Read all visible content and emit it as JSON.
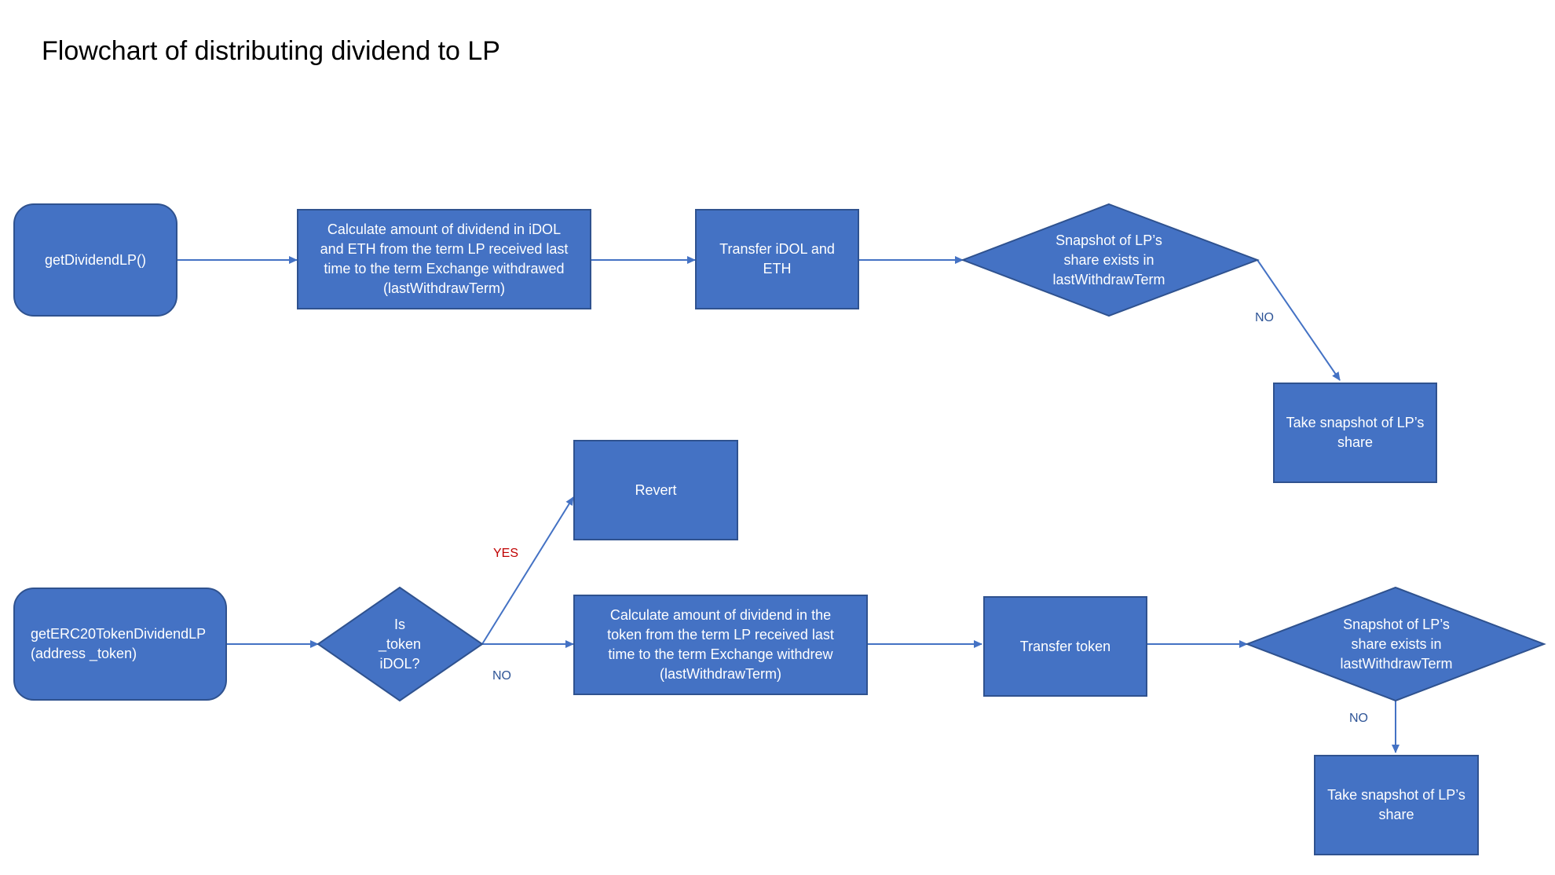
{
  "title": "Flowchart of distributing dividend to LP",
  "colors": {
    "node_fill": "#4472c4",
    "node_border": "#2f528f",
    "node_text": "#ffffff",
    "connector": "#4472c4",
    "no_label": "#2f5597",
    "yes_label": "#c00000"
  },
  "flow_top": {
    "start": "getDividendLP()",
    "calculate": "Calculate amount of dividend in iDOL\nand ETH from the term LP received last\ntime to the term Exchange withdrawed\n(lastWithdrawTerm)",
    "transfer": "Transfer iDOL and\nETH",
    "decision": "Snapshot of LP’s\nshare exists in\nlastWithdrawTerm",
    "no_label": "NO",
    "snapshot": "Take snapshot of LP’s\nshare"
  },
  "flow_bottom": {
    "start": "getERC20TokenDividendLP\n(address _token)",
    "decision_token": "Is\n_token\niDOL?",
    "yes_label": "YES",
    "revert": "Revert",
    "no_label_token": "NO",
    "calculate": "Calculate amount of dividend in the\ntoken from the term LP received last\ntime to the term Exchange withdrew\n(lastWithdrawTerm)",
    "transfer": "Transfer token",
    "decision_snapshot": "Snapshot of LP’s\nshare exists in\nlastWithdrawTerm",
    "no_label_snapshot": "NO",
    "snapshot": "Take snapshot of LP’s\nshare"
  }
}
